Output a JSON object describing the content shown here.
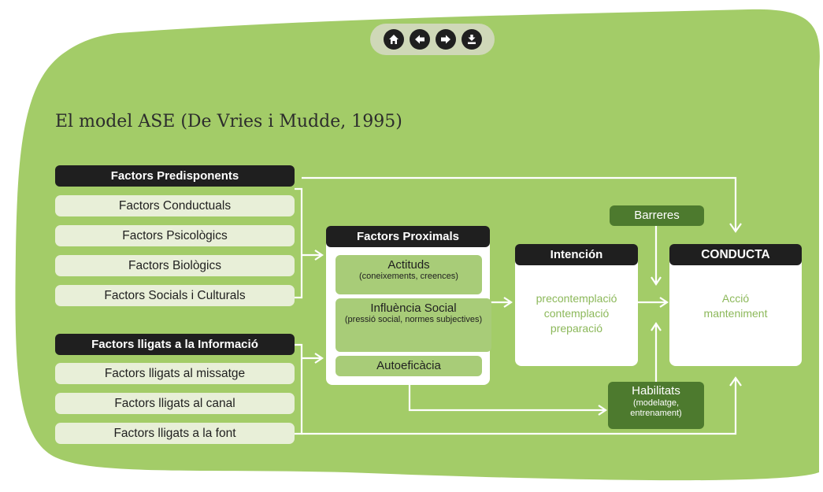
{
  "nav": {
    "buttons": [
      {
        "name": "home-icon"
      },
      {
        "name": "arrow-left-icon"
      },
      {
        "name": "arrow-right-icon"
      },
      {
        "name": "download-icon"
      }
    ]
  },
  "title": "El model ASE (De Vries i Mudde, 1995)",
  "predisposing": {
    "header": "Factors Predisponents",
    "items": [
      "Factors Conductuals",
      "Factors Psicològics",
      "Factors Biològics",
      "Factors Socials i Culturals"
    ]
  },
  "information": {
    "header": "Factors lligats a la Informació",
    "items": [
      "Factors lligats al missatge",
      "Factors lligats al canal",
      "Factors lligats a la font"
    ]
  },
  "proximal": {
    "header": "Factors Proximals",
    "items": [
      {
        "main": "Actituds",
        "sub": "(coneixements, creences)"
      },
      {
        "main": "Influència Social",
        "sub": "(pressió social, normes subjectives)"
      },
      {
        "main": "Autoeficàcia",
        "sub": ""
      }
    ]
  },
  "intention": {
    "header": "Intención",
    "lines": [
      "precontemplació",
      "contemplació",
      "preparació"
    ]
  },
  "barriers": "Barreres",
  "skills": {
    "main": "Habilitats",
    "sub": "(modelatge, entrenament)"
  },
  "conduct": {
    "header": "CONDUCTA",
    "lines": [
      "Acció",
      "manteniment"
    ]
  },
  "colors": {
    "background": "#a3cc68",
    "dark": "#1f1f1f",
    "pill": "#e8efd8",
    "proximal_item": "#a8cc78",
    "skill_box": "#4d7a2e",
    "stage_text": "#8cb85a"
  }
}
